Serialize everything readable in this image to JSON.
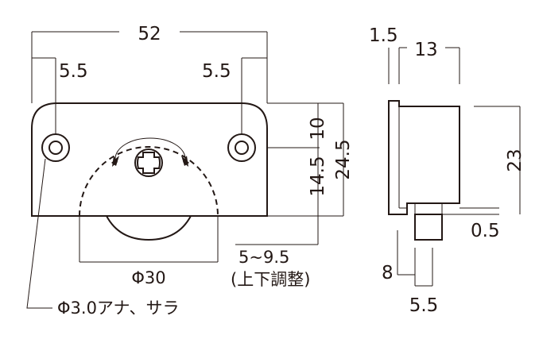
{
  "front_view": {
    "width": "52",
    "hole_offset_left": "5.5",
    "hole_offset_right": "5.5",
    "hole_to_top": "10",
    "hole_to_bottom": "14.5",
    "total_height": "24.5",
    "wheel_diameter": "Φ30",
    "adjust_range": "5~9.5",
    "adjust_note": "(上下調整)",
    "hole_note": "Φ3.0アナ、サラ"
  },
  "side_view": {
    "plate_thickness": "1.5",
    "depth": "13",
    "height": "23",
    "gap": "0.5",
    "stem_height": "8",
    "stem_width": "5.5"
  }
}
